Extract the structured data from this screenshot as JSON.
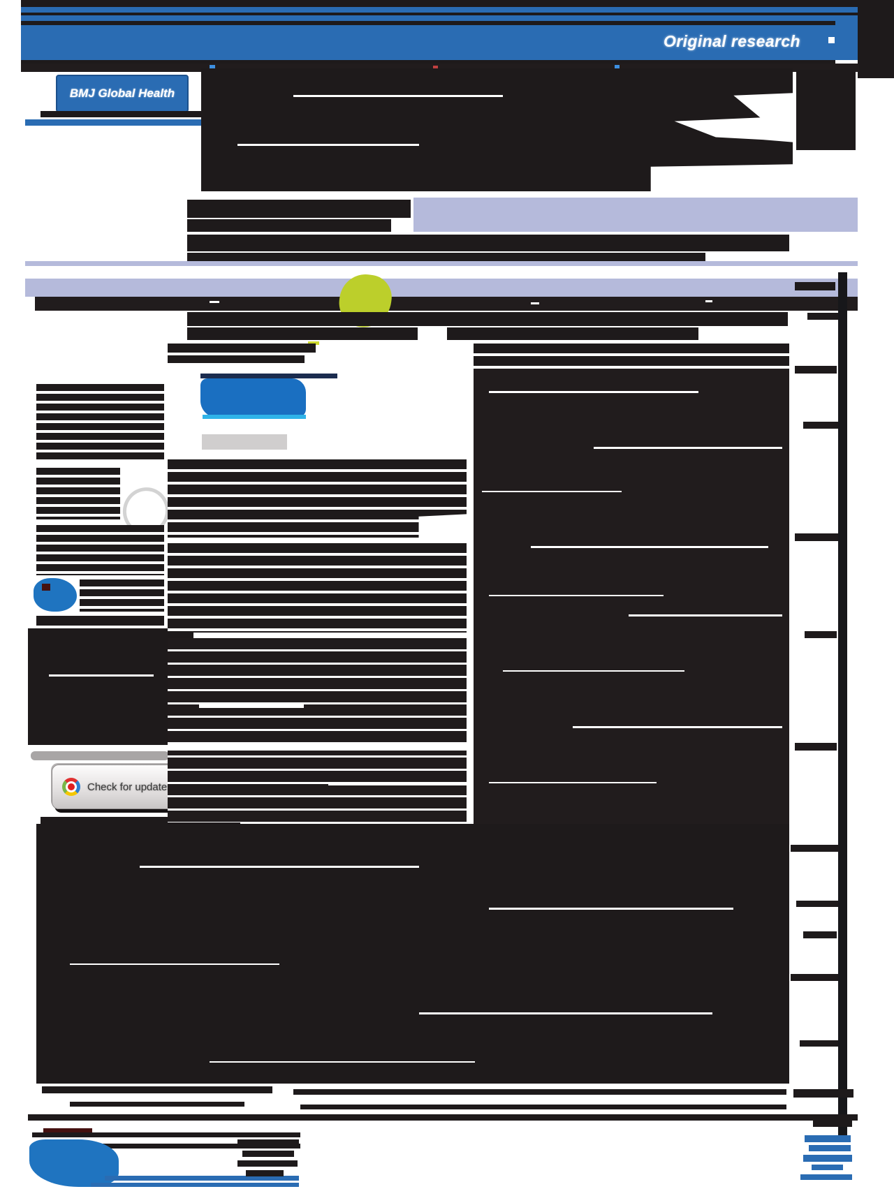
{
  "header": {
    "section_label": "Original research"
  },
  "journal": {
    "name": "BMJ Global Health"
  },
  "article": {
    "check_updates_label": "Check for updates"
  },
  "colors": {
    "header_blue": "#2a6cb3",
    "logo_border_blue": "#1c508b",
    "abstract_blue": "#1a6fc1",
    "lavender_band": "#b5badb",
    "orcid_green": "#bccf2b",
    "sidebar_blob_blue": "#1f74c0",
    "footer_logo_blue": "#1f74c0",
    "citation_blue": "#2a6cb3",
    "text_black": "#1e1a1b",
    "crossmark_red": "#e02020",
    "crossmark_blue": "#2f7fd0",
    "crossmark_yellow": "#f4c700",
    "crossmark_green": "#7ab648"
  }
}
